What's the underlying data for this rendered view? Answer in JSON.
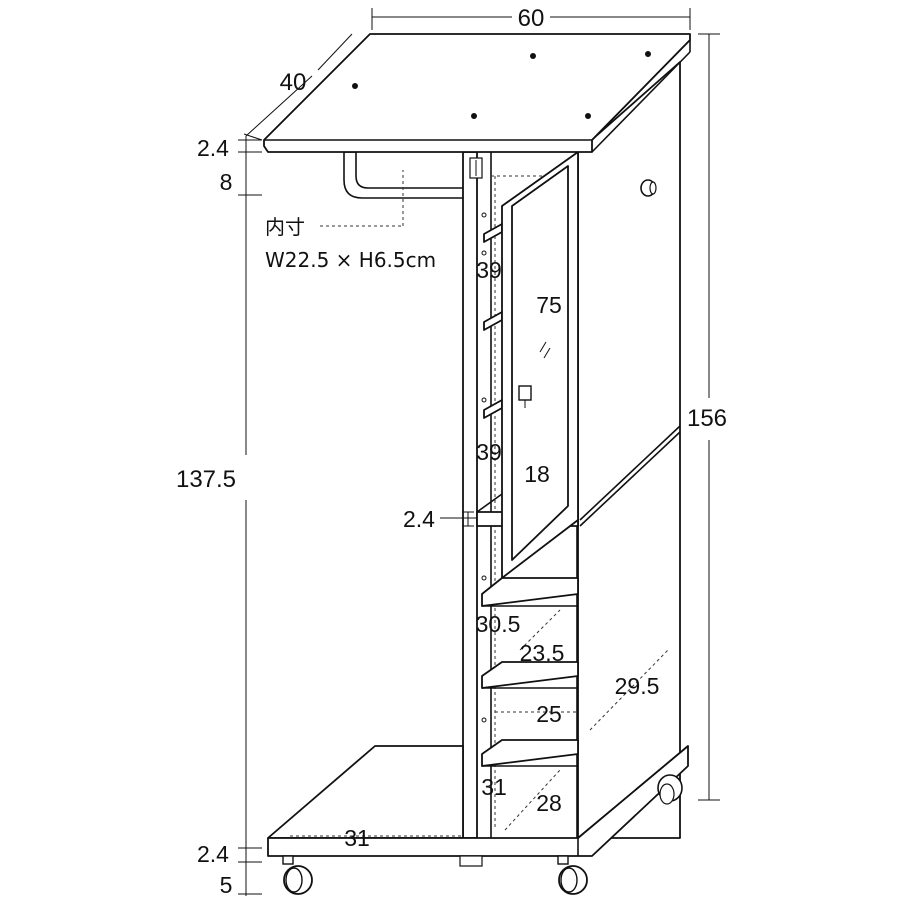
{
  "diagram": {
    "dimensions": {
      "width_top": "60",
      "depth_top": "40",
      "top_thickness": "2.4",
      "drawer_height": "8",
      "total_height": "156",
      "side_height": "137.5",
      "base_thickness": "2.4",
      "caster_height": "5",
      "door_cabinet_height": "75",
      "upper_shelf_gap": "39",
      "lower_shelf_gap": "39",
      "cabinet_depth": "18",
      "divider_thickness": "2.4",
      "lower_section_width": "30.5",
      "shelf_depth_1": "23.5",
      "lower_shelf_gap_2": "25",
      "side_panel_depth": "29.5",
      "bottom_shelf_gap": "31",
      "bottom_shelf_depth": "28",
      "base_inner_width": "31"
    },
    "note": {
      "label": "内寸",
      "size": "W22.5 × H6.5cm"
    }
  }
}
